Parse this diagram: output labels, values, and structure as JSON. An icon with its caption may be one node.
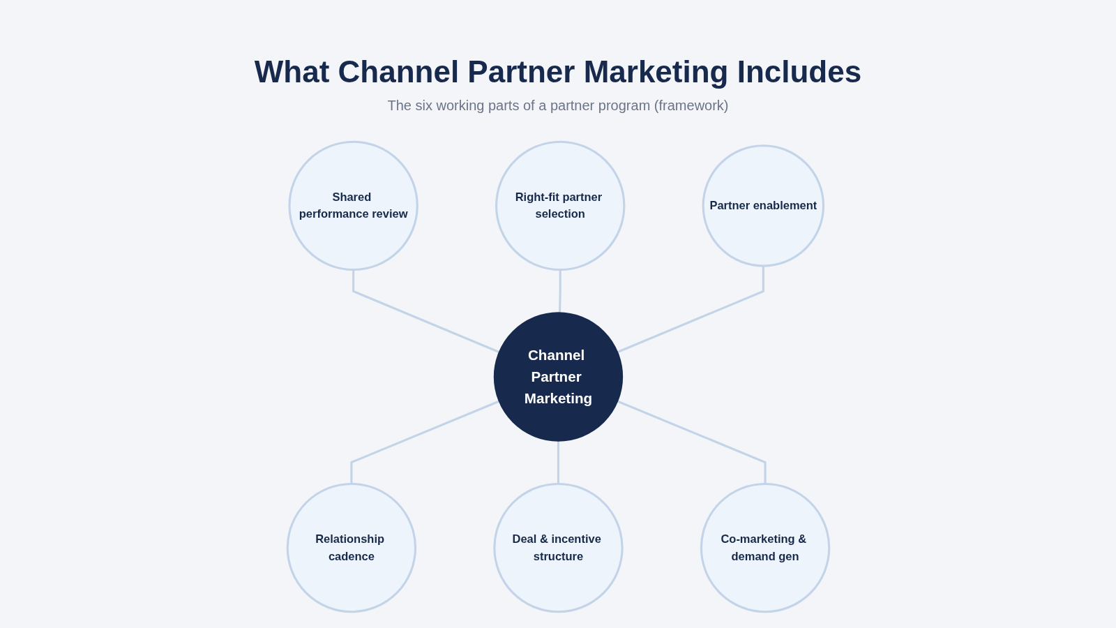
{
  "diagram": {
    "title": "What Channel Partner Marketing Includes",
    "nodes": [
      {
        "text": [
          "Channel Partner Marketing"
        ]
      },
      {
        "text": [
          "Shared performance review"
        ]
      },
      {
        "text": [
          "Right-fit partner selection"
        ]
      },
      {
        "text": [
          "Partner enablement"
        ]
      },
      {
        "text": [
          "Relationship cadence"
        ]
      },
      {
        "text": [
          "Deal & incentive structure"
        ]
      },
      {
        "text": [
          "Co-marketing & demand gen"
        ]
      }
    ],
    "edges": [
      {
        "from": 0,
        "to": 1,
        "arrow": "none"
      },
      {
        "from": 0,
        "to": 2,
        "arrow": "none"
      },
      {
        "from": 0,
        "to": 3,
        "arrow": "none"
      },
      {
        "from": 0,
        "to": 4,
        "arrow": "none"
      },
      {
        "from": 0,
        "to": 5,
        "arrow": "none"
      },
      {
        "from": 0,
        "to": 6,
        "arrow": "none"
      }
    ],
    "labels": [
      "The six working parts of a partner program (framework)"
    ]
  }
}
